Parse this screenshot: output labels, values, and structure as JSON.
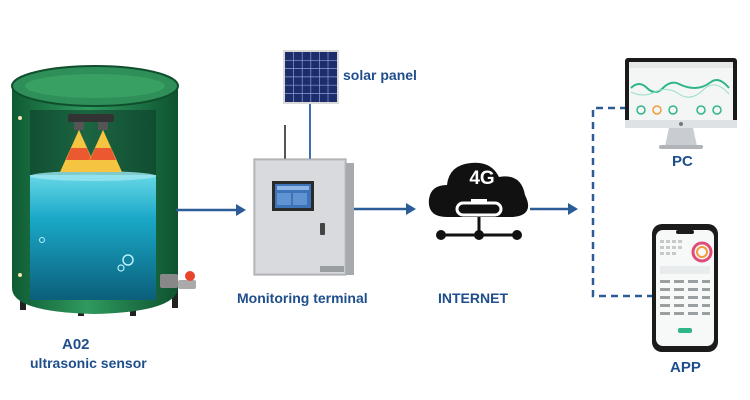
{
  "labels": {
    "solar_panel": "solar panel",
    "monitoring_terminal": "Monitoring terminal",
    "internet": "INTERNET",
    "sensor_model": "A02",
    "sensor_type": "ultrasonic sensor",
    "pc": "PC",
    "app": "APP",
    "cloud_badge": "4G"
  },
  "icons": {
    "tank": "water-tank-icon",
    "sensor": "ultrasonic-sensor-icon",
    "solar": "solar-panel-icon",
    "terminal": "monitoring-terminal-icon",
    "cloud": "cloud-4g-icon",
    "pc": "desktop-monitor-icon",
    "phone": "smartphone-icon"
  },
  "colors": {
    "label_text": "#1f4e8c",
    "arrow": "#2b5c98",
    "tank_green": "#1f7a4a",
    "water": "#1aa8c8",
    "cone_red": "#e8452c",
    "cone_yellow": "#f5c542",
    "cloud": "#111111"
  }
}
